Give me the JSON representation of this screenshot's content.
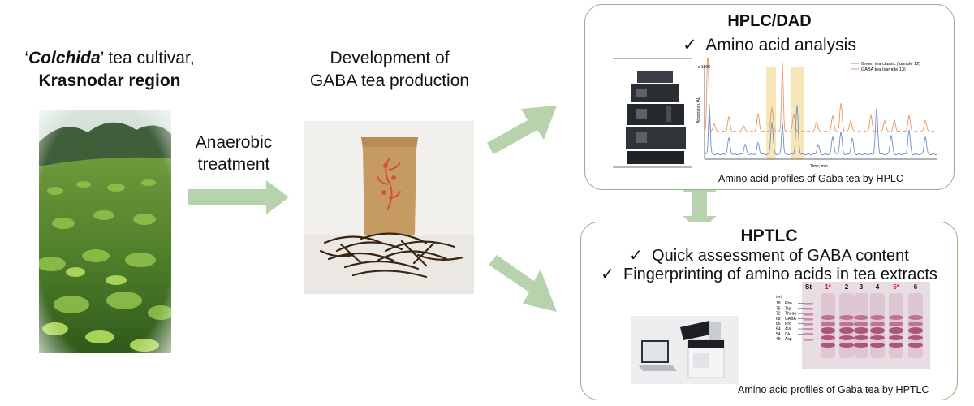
{
  "cultivar": {
    "quote_open": "‘",
    "name": "Colchida",
    "quote_close": "’",
    "suffix": " tea cultivar,",
    "region": "Krasnodar region"
  },
  "treatment": {
    "line1": "Anaerobic",
    "line2": "treatment"
  },
  "development": {
    "line1": "Development of",
    "line2": "GABA tea production"
  },
  "hplc": {
    "title": "HPLC/DAD",
    "check": "✓",
    "item": "Amino acid analysis",
    "caption": "Amino acid profiles of Gaba tea by HPLC",
    "chart": {
      "ylabel": "Absorption, AU",
      "xlabel": "Time, min",
      "corner_label": "x 1000",
      "legend": [
        "Green tea classic (sample 12)",
        "GABA tea (sample 13)"
      ]
    }
  },
  "hptlc": {
    "title": "HPTLC",
    "check": "✓",
    "items": [
      "Quick assessment of GABA content",
      "Fingerprinting of amino acids in tea extracts"
    ],
    "caption": "Amino acid profiles of Gaba tea by HPTLC",
    "plate": {
      "lanes": [
        "St",
        "1*",
        "2",
        "3",
        "4",
        "5*",
        "6"
      ],
      "rf_header": "hRf",
      "rf_values": [
        "78",
        "75",
        "72",
        "68",
        "66",
        "64",
        "54",
        "49"
      ],
      "compounds": [
        "Phe",
        "Trp",
        "Thean",
        "GABA",
        "Pro",
        "Ala",
        "Glu",
        "Asp"
      ]
    }
  },
  "colors": {
    "arrow": "#b7d3ad",
    "border": "#8fb287",
    "green_tea_line": "#6f8fc8",
    "gaba_tea_line": "#e8956a",
    "highlight": "#f7e6b8",
    "marked_lane": "#d21f1f"
  }
}
